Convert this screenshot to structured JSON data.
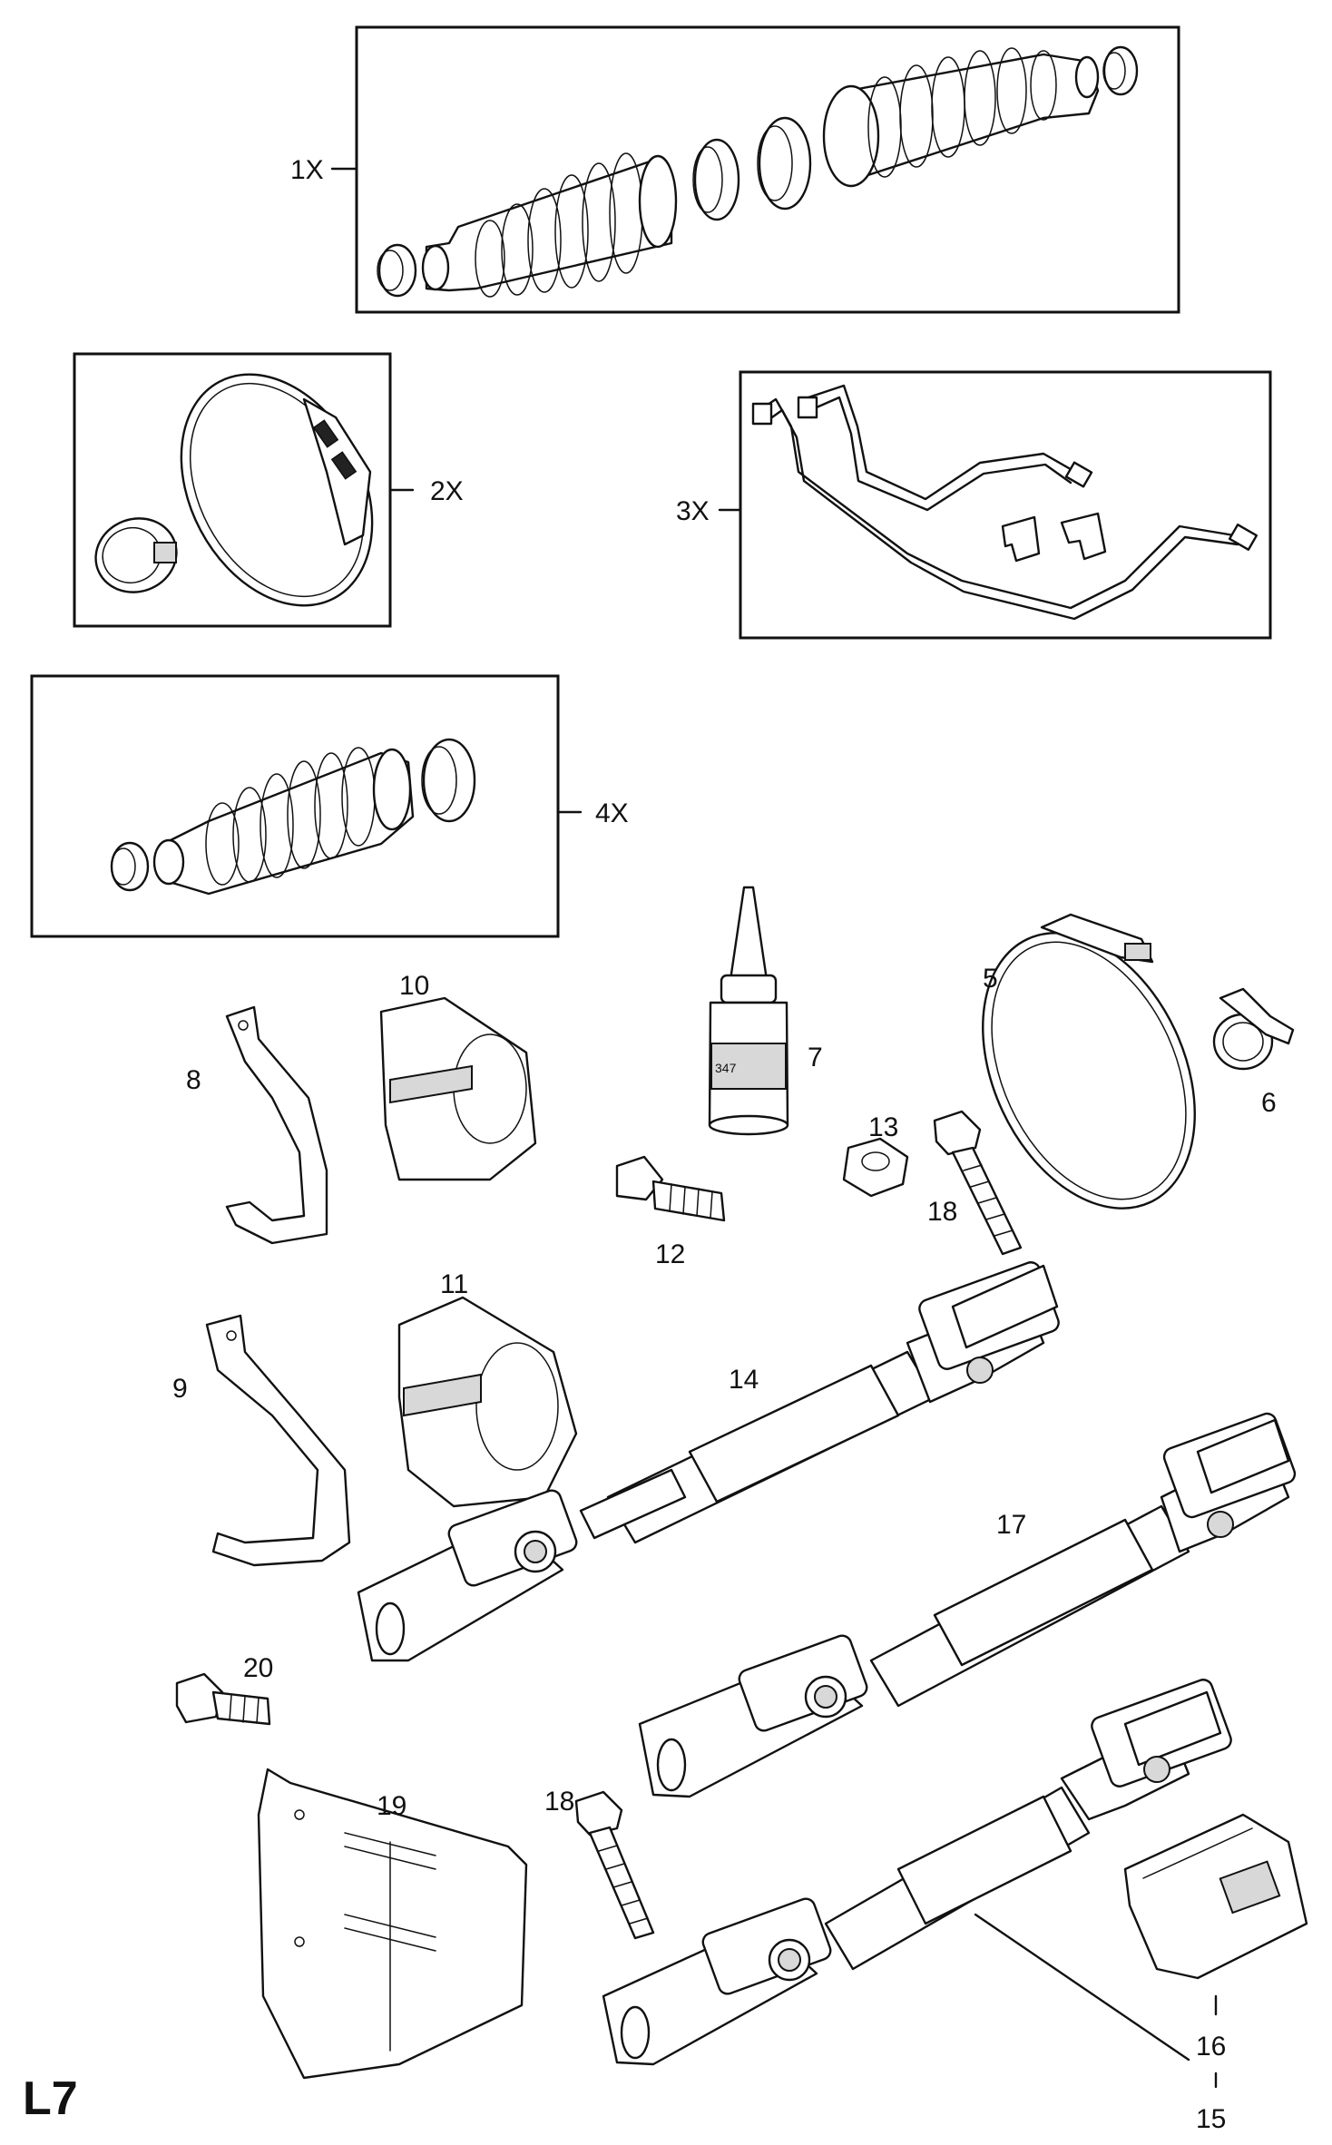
{
  "page_code": "L7",
  "labels": {
    "l1x": "1X",
    "l2x": "2X",
    "l3x": "3X",
    "l4x": "4X",
    "l5": "5",
    "l6": "6",
    "l7": "7",
    "l8": "8",
    "l9": "9",
    "l10": "10",
    "l11": "11",
    "l12": "12",
    "l13": "13",
    "l14": "14",
    "l15": "15",
    "l16": "16",
    "l17": "17",
    "l18a": "18",
    "l18b": "18",
    "l19": "19",
    "l20": "20"
  },
  "bottle_text": "347"
}
